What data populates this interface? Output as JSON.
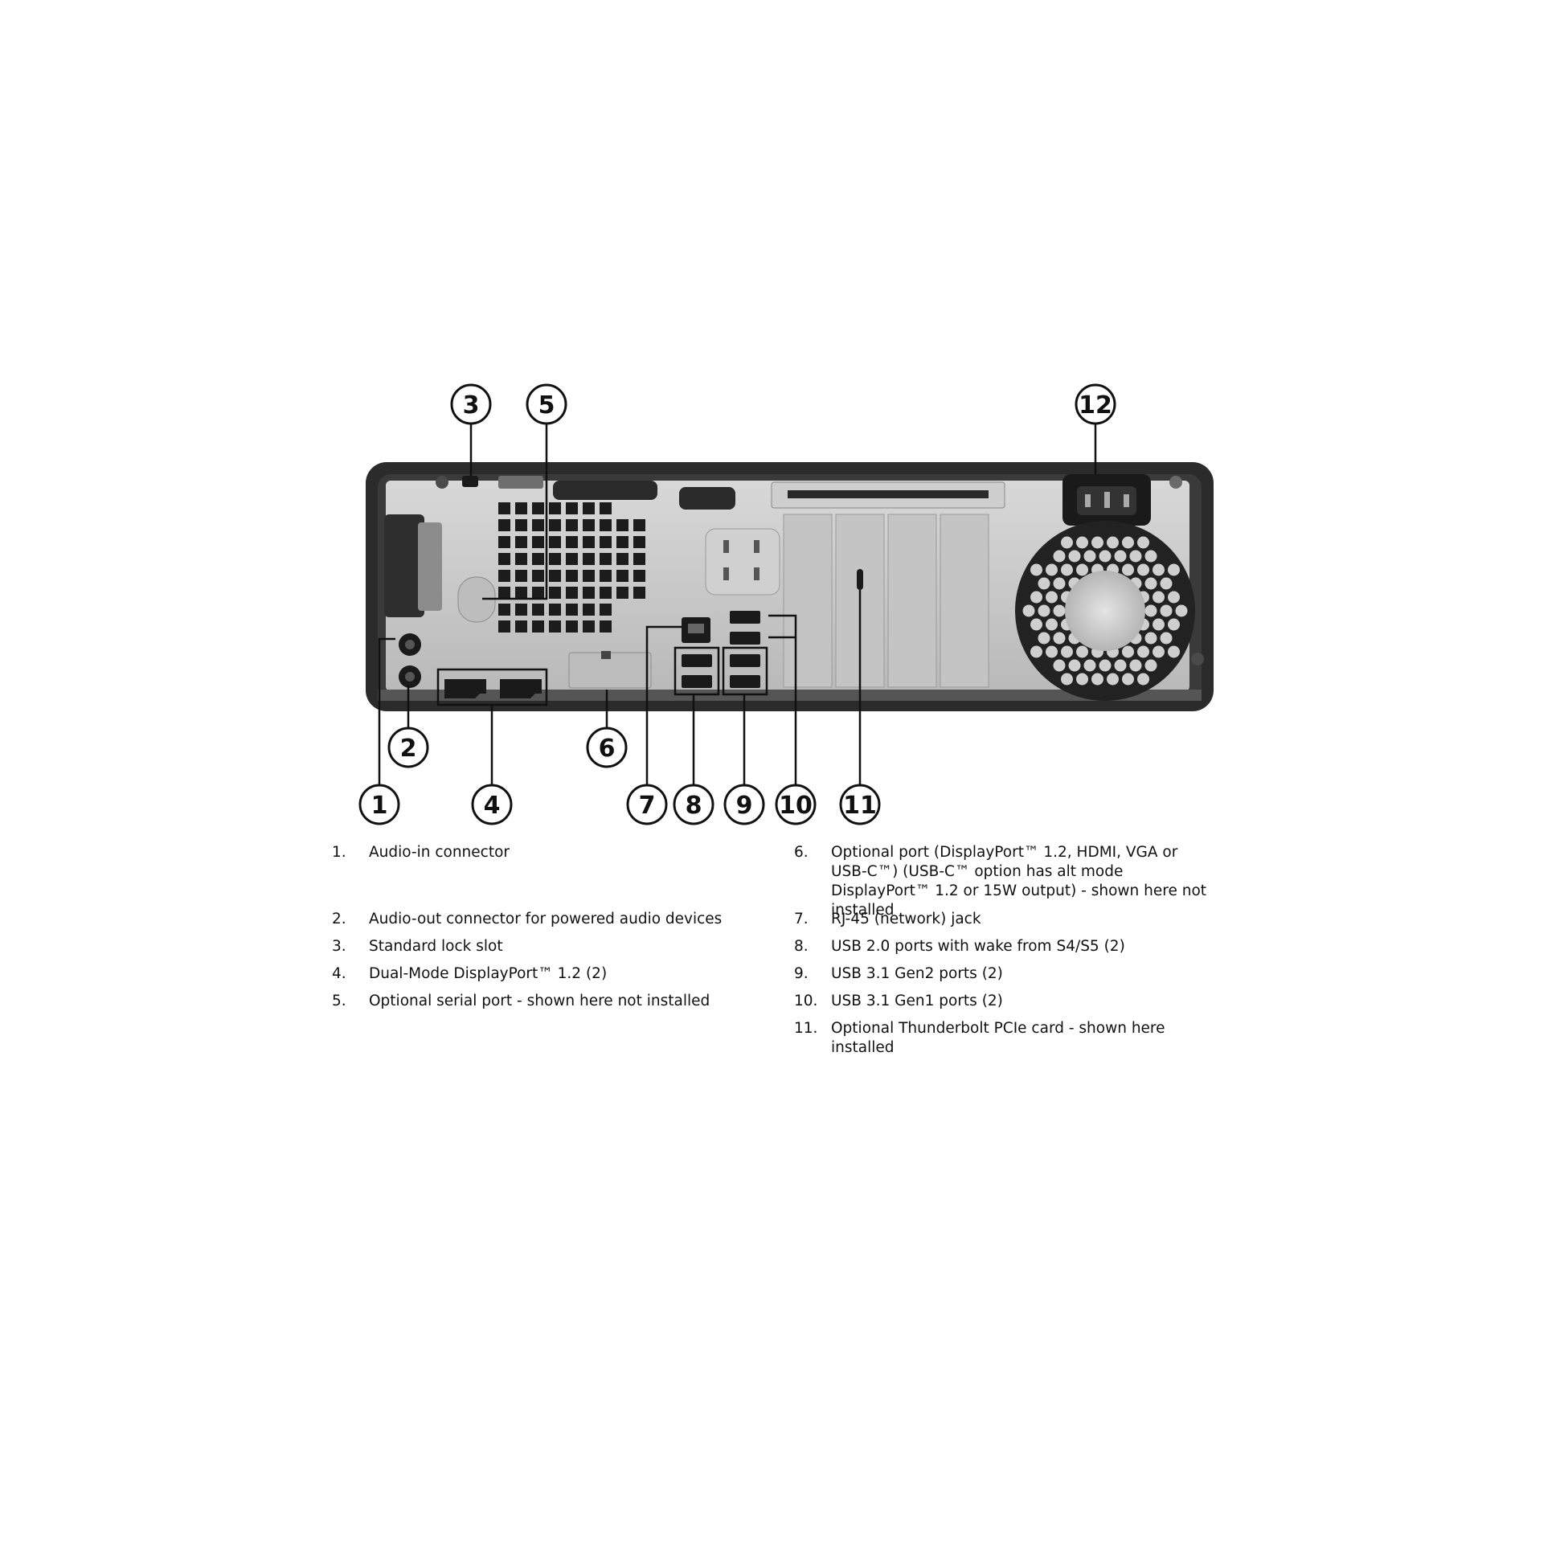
{
  "callouts": {
    "c1": "1",
    "c2": "2",
    "c3": "3",
    "c4": "4",
    "c5": "5",
    "c6": "6",
    "c7": "7",
    "c8": "8",
    "c9": "9",
    "c10": "10",
    "c11": "11",
    "c12": "12"
  },
  "legend": {
    "left": [
      {
        "num": "1.",
        "text": "Audio-in connector"
      },
      {
        "num": "2.",
        "text": "Audio-out connector for powered audio devices"
      },
      {
        "num": "3.",
        "text": "Standard lock slot"
      },
      {
        "num": "4.",
        "text": "Dual-Mode DisplayPort™ 1.2 (2)"
      },
      {
        "num": "5.",
        "text": "Optional serial port - shown here not installed"
      }
    ],
    "right": [
      {
        "num": "6.",
        "text": "Optional port (DisplayPort™ 1.2, HDMI, VGA or USB-C™) (USB-C™ option has alt mode DisplayPort™ 1.2 or 15W output) - shown here not installed"
      },
      {
        "num": "7.",
        "text": "RJ-45 (network) jack"
      },
      {
        "num": "8.",
        "text": "USB 2.0 ports with wake from S4/S5 (2)"
      },
      {
        "num": "9.",
        "text": "USB 3.1 Gen2 ports (2)"
      },
      {
        "num": "10.",
        "text": "USB 3.1 Gen1 ports (2)"
      },
      {
        "num": "11.",
        "text": "Optional Thunderbolt PCIe card - shown here installed"
      }
    ]
  },
  "colors": {
    "chassis_dark": "#2b2b2b",
    "panel_silver": "#c9c9c9",
    "port_black": "#1a1a1a",
    "line": "#111111"
  }
}
